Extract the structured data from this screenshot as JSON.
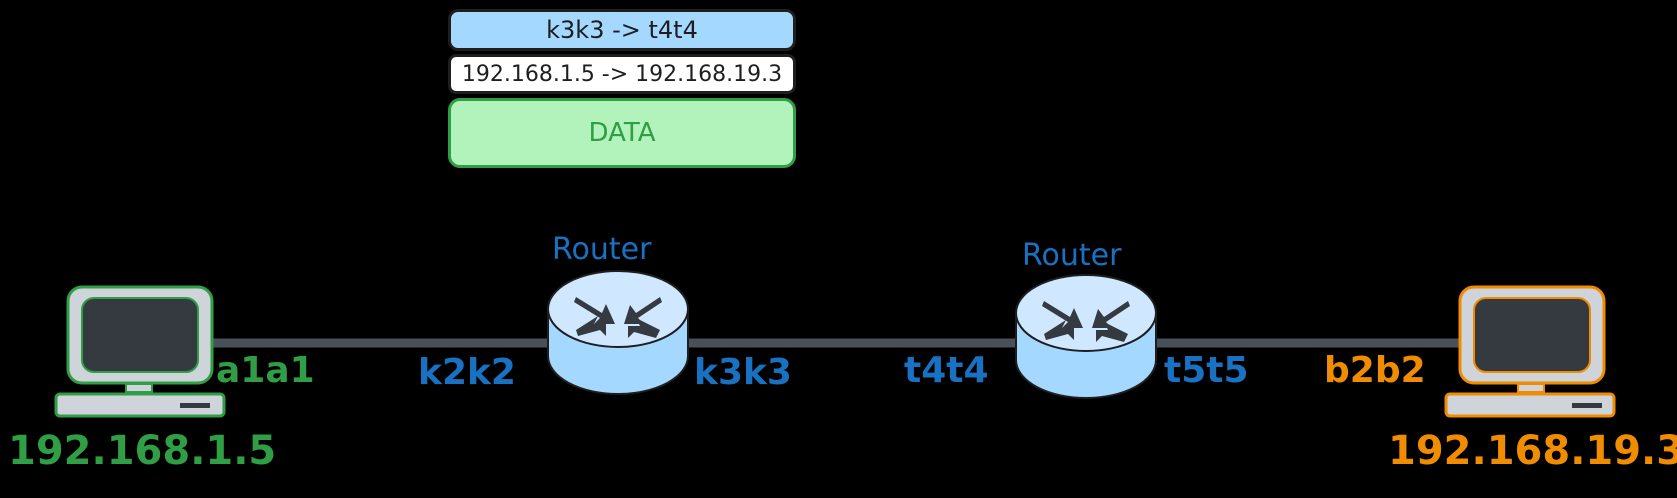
{
  "frame": {
    "mac_header": "k3k3 -> t4t4",
    "ip_header": "192.168.1.5 -> 192.168.19.3",
    "payload": "DATA"
  },
  "routers": [
    {
      "title": "Router",
      "left_interface": "k2k2",
      "right_interface": "k3k3"
    },
    {
      "title": "Router",
      "left_interface": "t4t4",
      "right_interface": "t5t5"
    }
  ],
  "hosts": [
    {
      "interface": "a1a1",
      "ip": "192.168.1.5",
      "color": "#2f9e44"
    },
    {
      "interface": "b2b2",
      "ip": "192.168.19.3",
      "color": "#f08c00"
    }
  ],
  "colors": {
    "background": "#000000",
    "link": "#495057",
    "router_fill": "#a5d8ff",
    "router_accent": "#1971c2",
    "mac_frame": "#a5d8ff",
    "data_frame": "#b2f2bb"
  },
  "icons": {
    "host": "computer-icon",
    "router": "router-icon"
  }
}
